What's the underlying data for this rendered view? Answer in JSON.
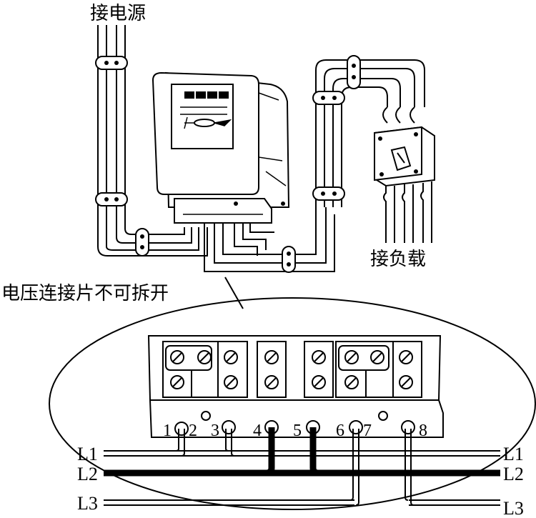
{
  "labels": {
    "source": "接电源",
    "load": "接负载",
    "note": "电压连接片不可拆开"
  },
  "terminals": [
    "1",
    "2",
    "3",
    "4",
    "5",
    "6",
    "7",
    "8"
  ],
  "lines": [
    "L1",
    "L2",
    "L3"
  ]
}
